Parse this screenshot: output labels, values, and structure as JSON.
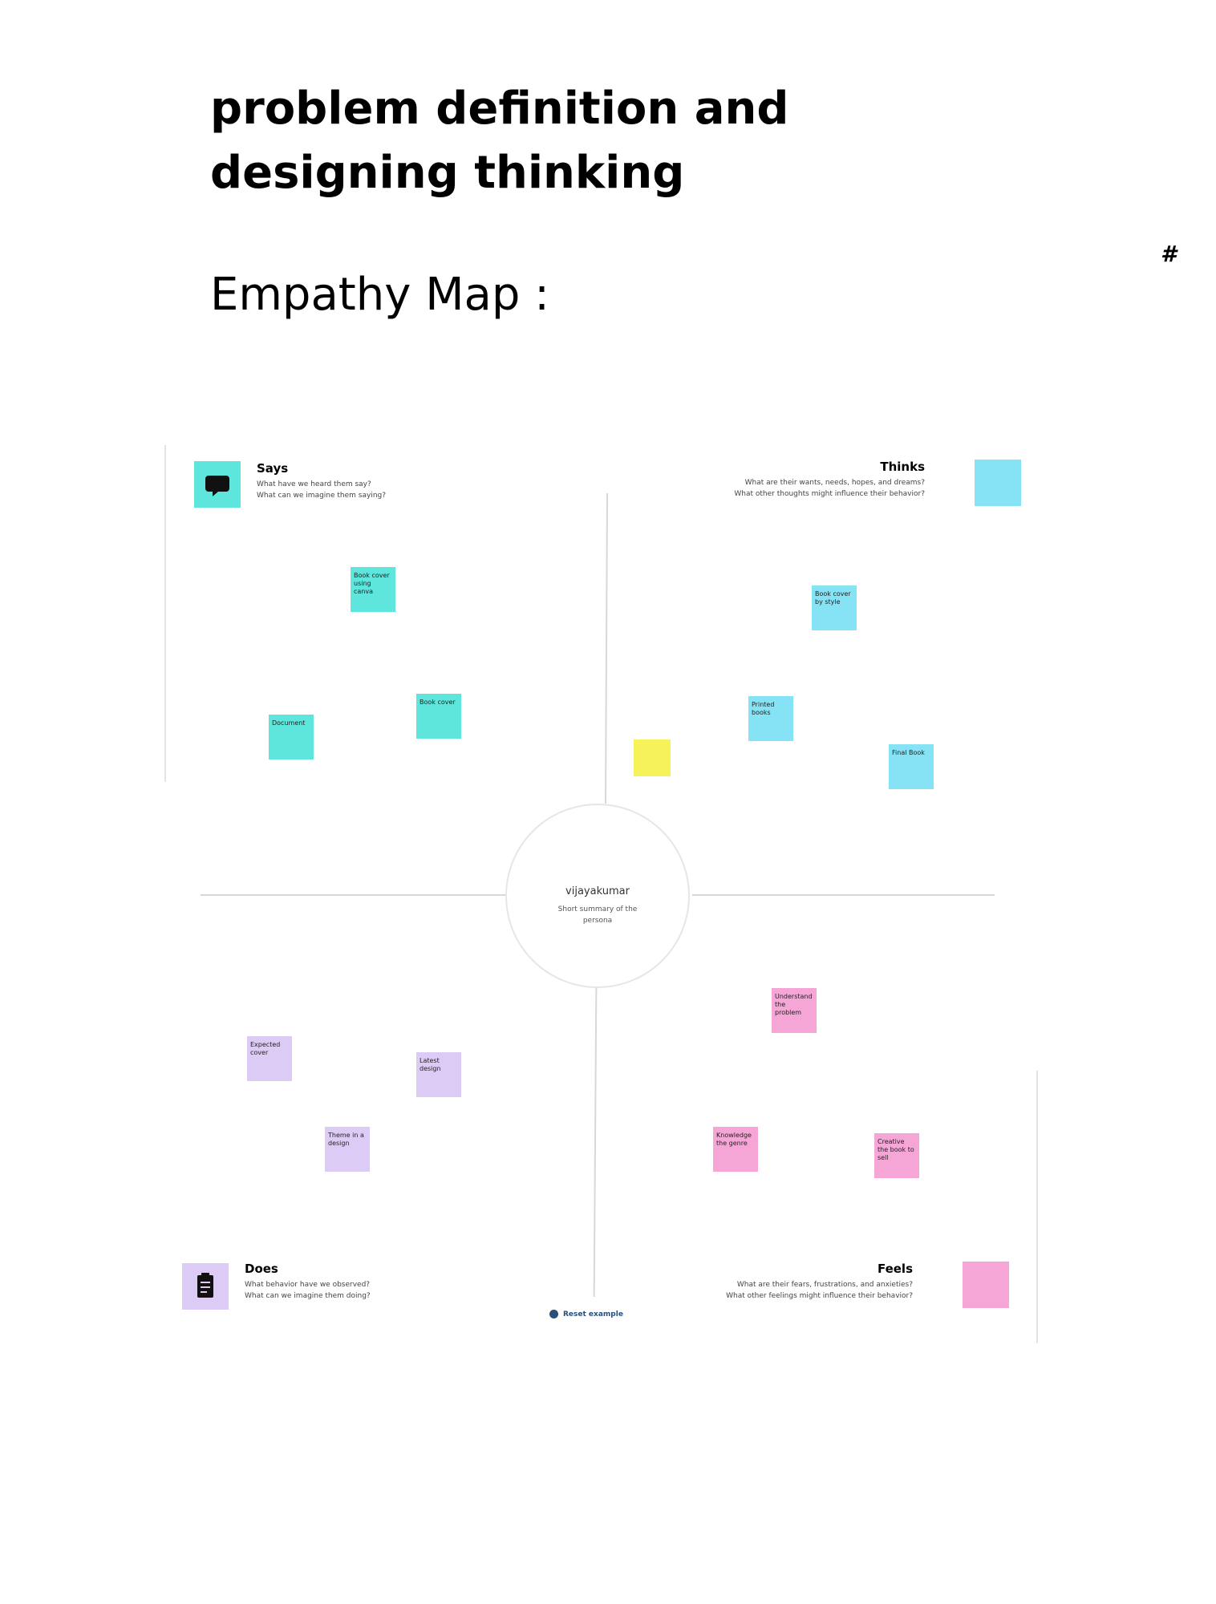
{
  "page": {
    "title": "problem definition  and designing thinking",
    "hash_mark": "#",
    "subtitle": "Empathy Map :"
  },
  "empathy_map": {
    "center": {
      "name": "vijayakumar",
      "description": "Short summary of the persona"
    },
    "reset_link": "Reset example",
    "quadrants": {
      "says": {
        "label": "Says",
        "hint1": "What have we heard them say?",
        "hint2": "What can we imagine them saying?",
        "icon": "speech-bubble-icon",
        "color": "#5ee6dd"
      },
      "thinks": {
        "label": "Thinks",
        "hint1": "What are their wants, needs, hopes, and dreams?",
        "hint2": "What other thoughts might influence their behavior?",
        "icon": "thought-square-icon",
        "color": "#86e3f5"
      },
      "does": {
        "label": "Does",
        "hint1": "What behavior have we observed?",
        "hint2": "What can we imagine them doing?",
        "icon": "clipboard-icon",
        "color": "#dccbf5"
      },
      "feels": {
        "label": "Feels",
        "hint1": "What are their fears, frustrations, and anxieties?",
        "hint2": "What other feelings might influence their behavior?",
        "icon": "feeling-square-icon",
        "color": "#f5a6d6"
      }
    },
    "notes": {
      "says": [
        "Book cover using canva",
        "Document",
        "Book cover"
      ],
      "thinks": [
        "Book cover by style",
        "Printed books",
        "Final Book",
        ""
      ],
      "does": [
        "Expected cover",
        "Latest design",
        "Theme in a design"
      ],
      "feels": [
        "Understand the problem",
        "Knowledge the genre",
        "Creative the book to sell"
      ]
    }
  }
}
